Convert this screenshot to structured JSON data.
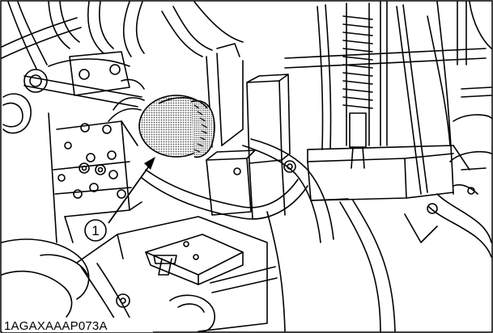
{
  "figure": {
    "callout_number": "1",
    "figure_code": "1AGAXAAAP073A",
    "pointer_target": "oil-filter-cartridge"
  },
  "colors": {
    "line": "#000000",
    "background": "#ffffff",
    "filter_shade": "#8c8c8c"
  }
}
